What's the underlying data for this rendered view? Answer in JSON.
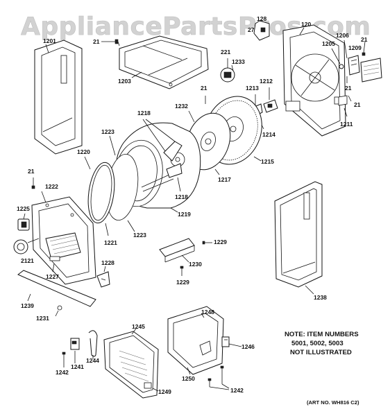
{
  "watermark": "AppliancePartsPros.com",
  "callouts": {
    "c1201": "1201",
    "c21_top_left": "21",
    "c1203": "1203",
    "c221": "221",
    "c1233": "1233",
    "c1218_top": "1218",
    "c1232": "1232",
    "c21_mid": "21",
    "c1213": "1213",
    "c1212": "1212",
    "c1214": "1214",
    "c1215": "1215",
    "c1217": "1217",
    "c1218_bottom": "1218",
    "c1219": "1219",
    "c1223_top": "1223",
    "c1223_bottom": "1223",
    "c1220": "1220",
    "c1221": "1221",
    "c21_left": "21",
    "c1222": "1222",
    "c1225": "1225",
    "c2121": "2121",
    "c1227": "1227",
    "c1228": "1228",
    "c1239": "1239",
    "c1231": "1231",
    "c1229_top": "1229",
    "c1230": "1230",
    "c1229_bottom": "1229",
    "c1238": "1238",
    "c27": "27",
    "c128": "128",
    "c120": "120",
    "c1206": "1206",
    "c21_top_right": "21",
    "c1205": "1205",
    "c1209": "1209",
    "c21_right_a": "21",
    "c21_right_b": "21",
    "c1211": "1211",
    "c1248": "1248",
    "c1245": "1245",
    "c1246": "1246",
    "c1244": "1244",
    "c1241": "1241",
    "c1242_left": "1242",
    "c1249": "1249",
    "c1250": "1250",
    "c1242_right": "1242"
  },
  "note": {
    "line1": "NOTE: ITEM NUMBERS",
    "line2": "5001, 5002, 5003",
    "line3": "NOT ILLUSTRATED"
  },
  "art_number": "(ART NO. WH816 C2)"
}
